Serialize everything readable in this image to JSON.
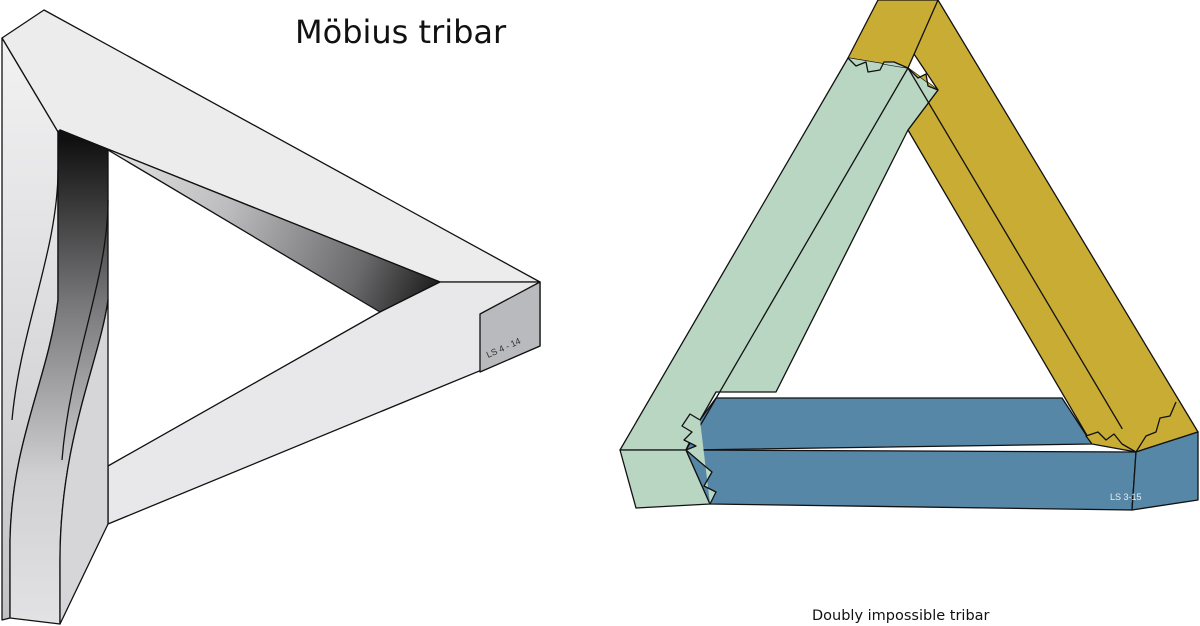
{
  "figures": {
    "mobius": {
      "title": "Möbius tribar",
      "signature": "LS 4 - 14"
    },
    "doubly": {
      "title": "Doubly impossible tribar",
      "signature": "LS  3-15"
    }
  },
  "colors": {
    "mobius_face": "#ececed",
    "mobius_shadow_dark": "#141414",
    "mobius_side": "#b9babd",
    "tribar_green": "#b9d6c3",
    "tribar_gold": "#c9ac34",
    "tribar_blue": "#5687a6",
    "outline": "#111111"
  }
}
